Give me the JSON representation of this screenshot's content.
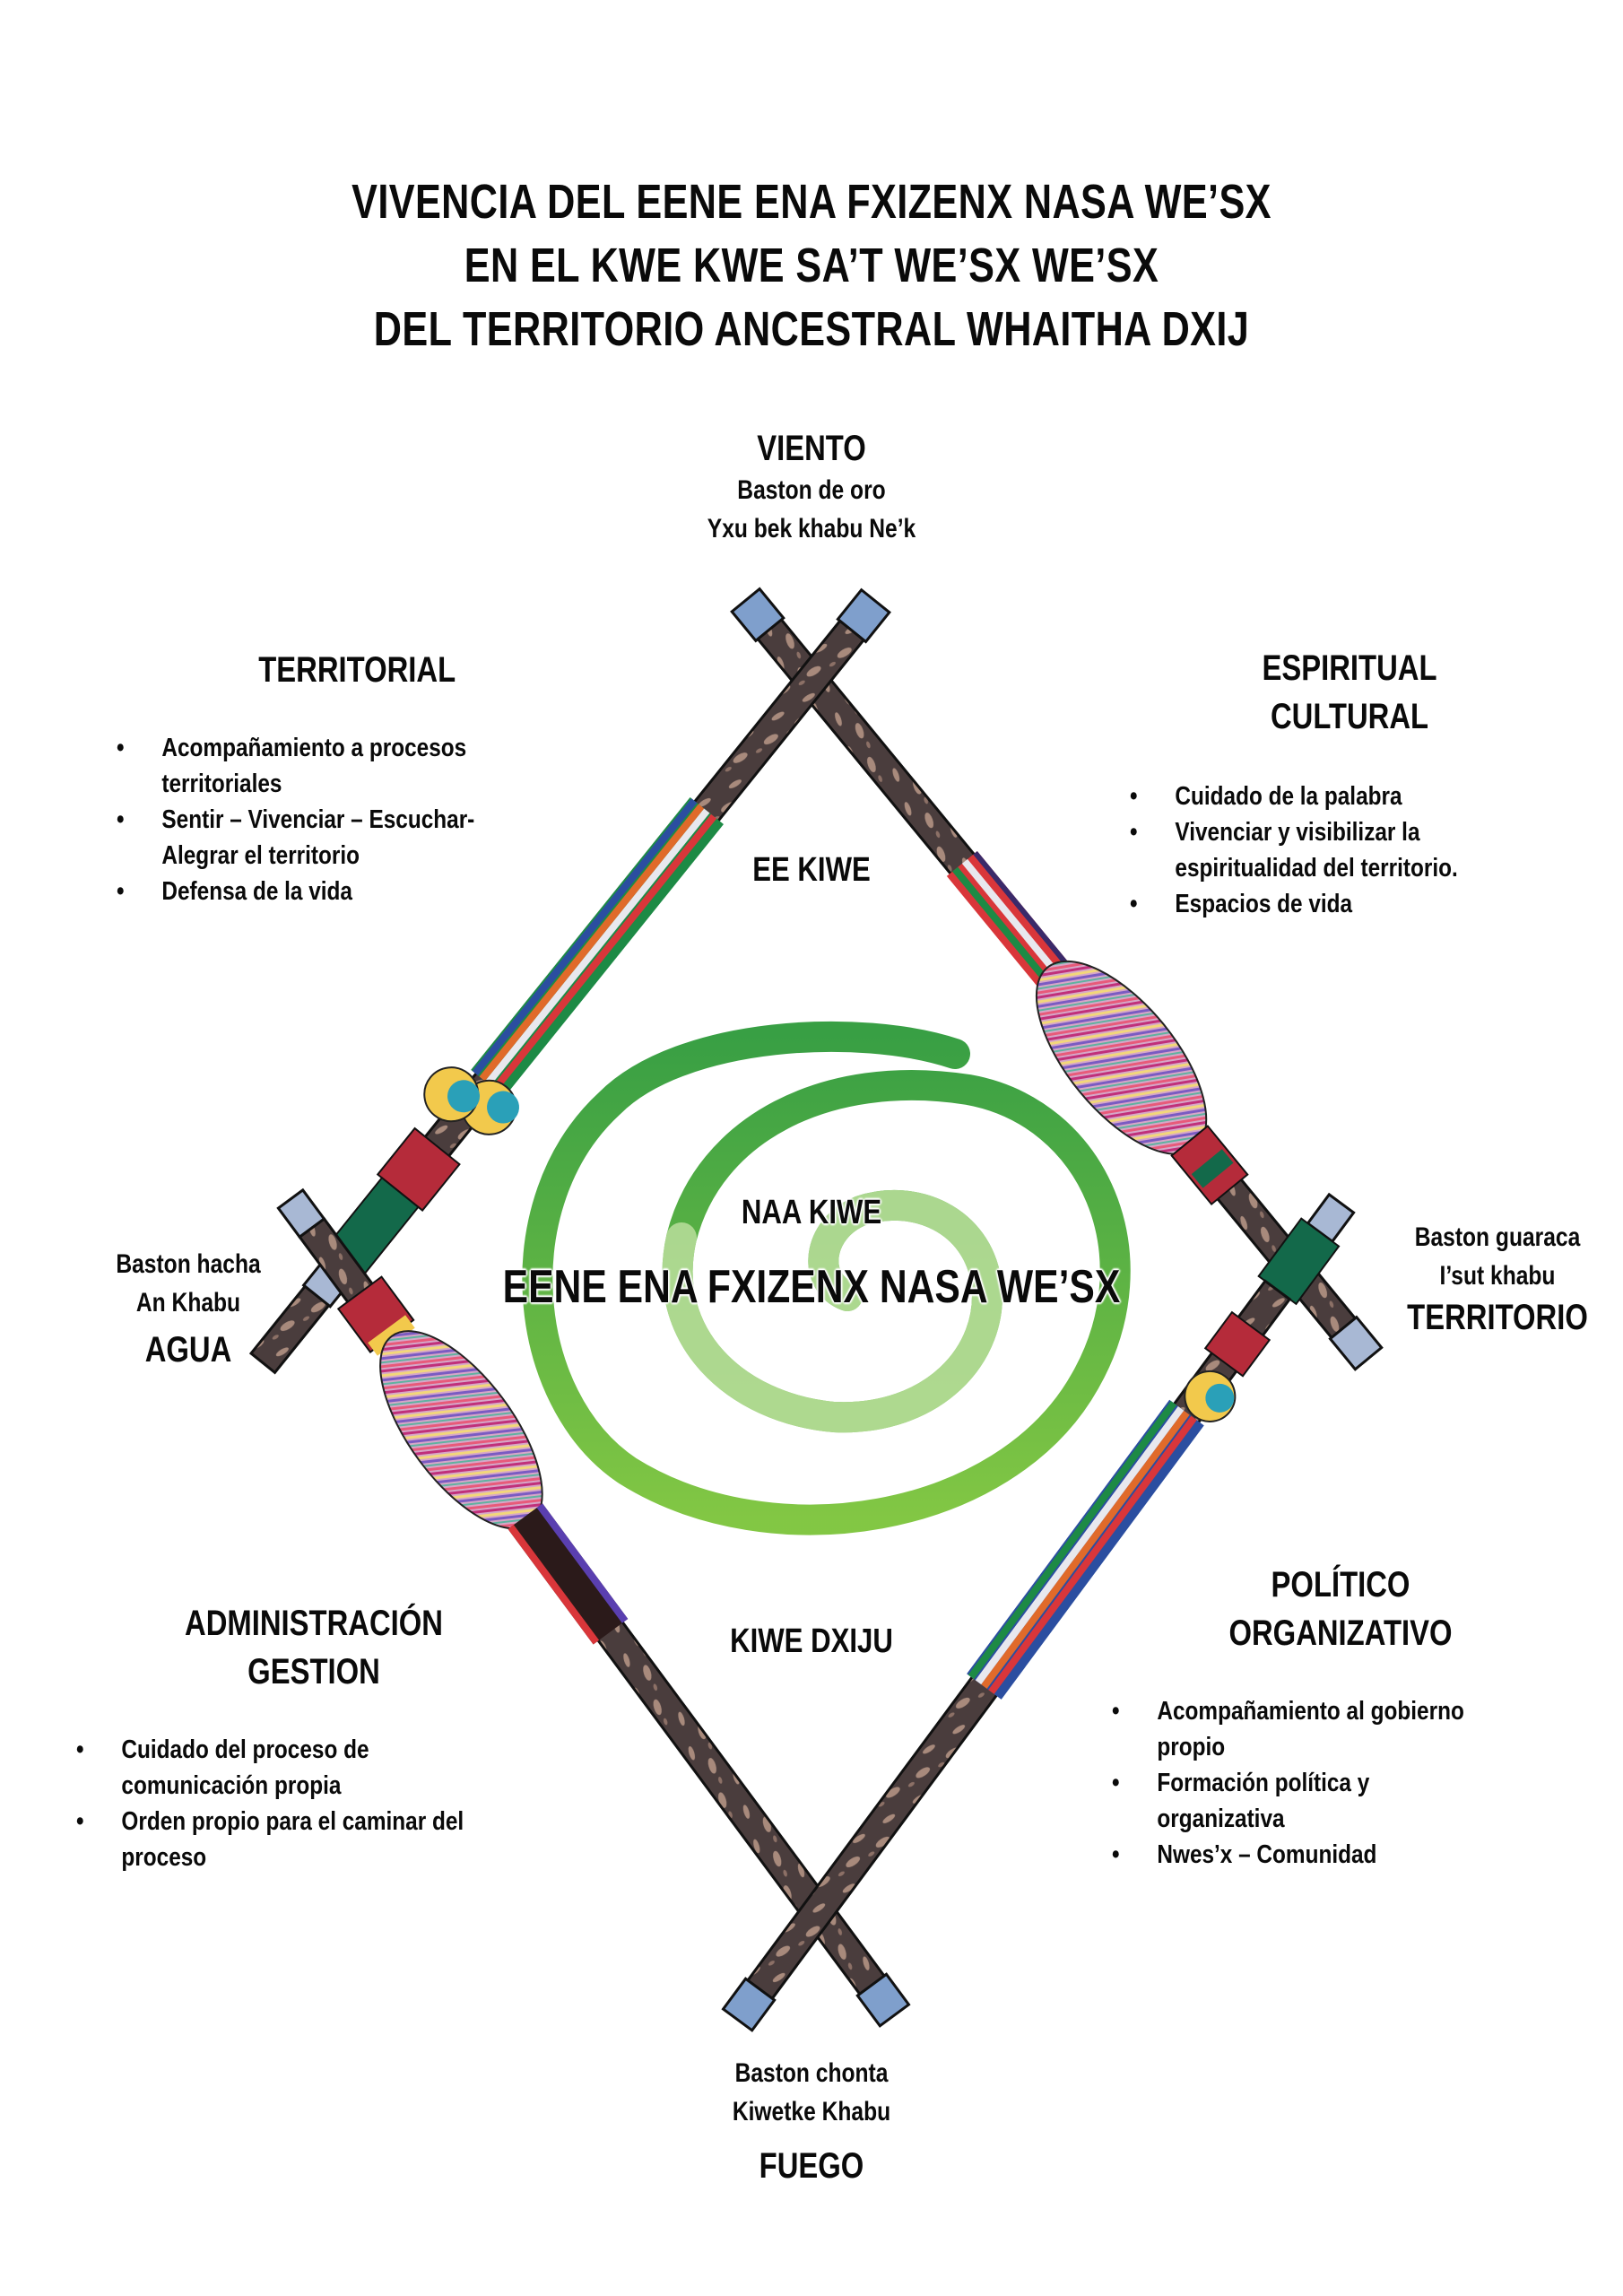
{
  "title": {
    "lines": [
      "VIVENCIA DEL EENE ENA FXIZENX NASA WE’SX",
      "EN EL KWE KWE SA’T WE’SX WE’SX",
      "DEL TERRITORIO ANCESTRAL WHAITHA DXIJ"
    ]
  },
  "directions": {
    "top": {
      "name": "VIENTO",
      "staff": "Baston de oro",
      "staff_nasa": "Yxu bek khabu Ne’k"
    },
    "left": {
      "staff": "Baston hacha",
      "staff_nasa": "An Khabu",
      "name": "AGUA"
    },
    "right": {
      "staff": "Baston guaraca",
      "staff_nasa": "I’sut khabu",
      "name": "TERRITORIO"
    },
    "bottom": {
      "staff": "Baston chonta",
      "staff_nasa": "Kiwetke Khabu",
      "name": "FUEGO"
    }
  },
  "sections": {
    "territorial": {
      "title": "TERRITORIAL",
      "items": [
        "Acompañamiento a procesos territoriales",
        "Sentir – Vivenciar – Escuchar- Alegrar el territorio",
        "Defensa de la vida"
      ]
    },
    "espiritual": {
      "title_lines": [
        "ESPIRITUAL",
        "CULTURAL"
      ],
      "items": [
        "Cuidado de la palabra",
        "Vivenciar y visibilizar la espiritualidad del territorio.",
        "Espacios de vida"
      ]
    },
    "administracion": {
      "title_lines": [
        "ADMINISTRACIÓN",
        "GESTION"
      ],
      "items": [
        "Cuidado del proceso de comunicación propia",
        "Orden propio para el caminar del proceso"
      ]
    },
    "politico": {
      "title_lines": [
        "POLÍTICO",
        "ORGANIZATIVO"
      ],
      "items": [
        "Acompañamiento al gobierno propio",
        "Formación política y organizativa",
        "Nwes’x – Comunidad"
      ]
    }
  },
  "center": {
    "top_label": "EE KIWE",
    "sky_label": "NAA KIWE",
    "main_label": "EENE ENA FXIZENX NASA WE’SX",
    "bottom_label": "KIWE DXIJU"
  },
  "bullet_glyph": "•",
  "colors": {
    "spiral_dark": "#2e9a3a",
    "spiral_mid": "#6cbf3a",
    "spiral_light": "#a9d68a",
    "staff_wood_dark": "#4a3d3d",
    "staff_wood_light": "#a88a7c",
    "staff_tip": "#7f9fcc",
    "staff_tip_metal": "#a8b8d4",
    "ribbon_red": "#d9363a",
    "ribbon_green": "#1d8a45",
    "ribbon_blue": "#2b4ea0",
    "ribbon_orange": "#e06a2a",
    "cloth_red": "#b52b3a",
    "cloth_green": "#13694a",
    "tassel_yellow": "#f2c94c"
  }
}
